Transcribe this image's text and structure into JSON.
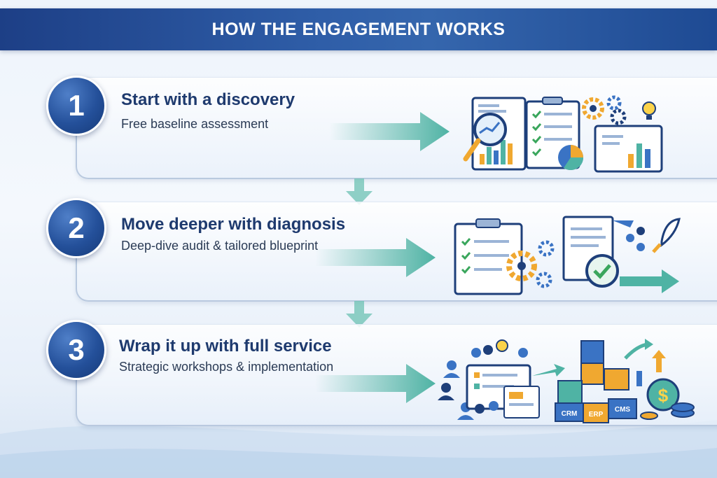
{
  "header": {
    "title": "HOW THE ENGAGEMENT WORKS"
  },
  "steps": [
    {
      "number": "1",
      "title": "Start with a discovery",
      "subtitle": "Free baseline assessment"
    },
    {
      "number": "2",
      "title": "Move deeper with diagnosis",
      "subtitle": "Deep-dive audit & tailored blueprint"
    },
    {
      "number": "3",
      "title": "Wrap it up with full service",
      "subtitle": "Strategic workshops & implementation"
    }
  ],
  "illustration": {
    "blocks": [
      "CRM",
      "ERP",
      "CMS"
    ],
    "coin": "$"
  },
  "colors": {
    "header": "#2f5ea8",
    "badge": "#24509a",
    "arrow": "#4fb3a4",
    "title": "#1e3a6e"
  }
}
